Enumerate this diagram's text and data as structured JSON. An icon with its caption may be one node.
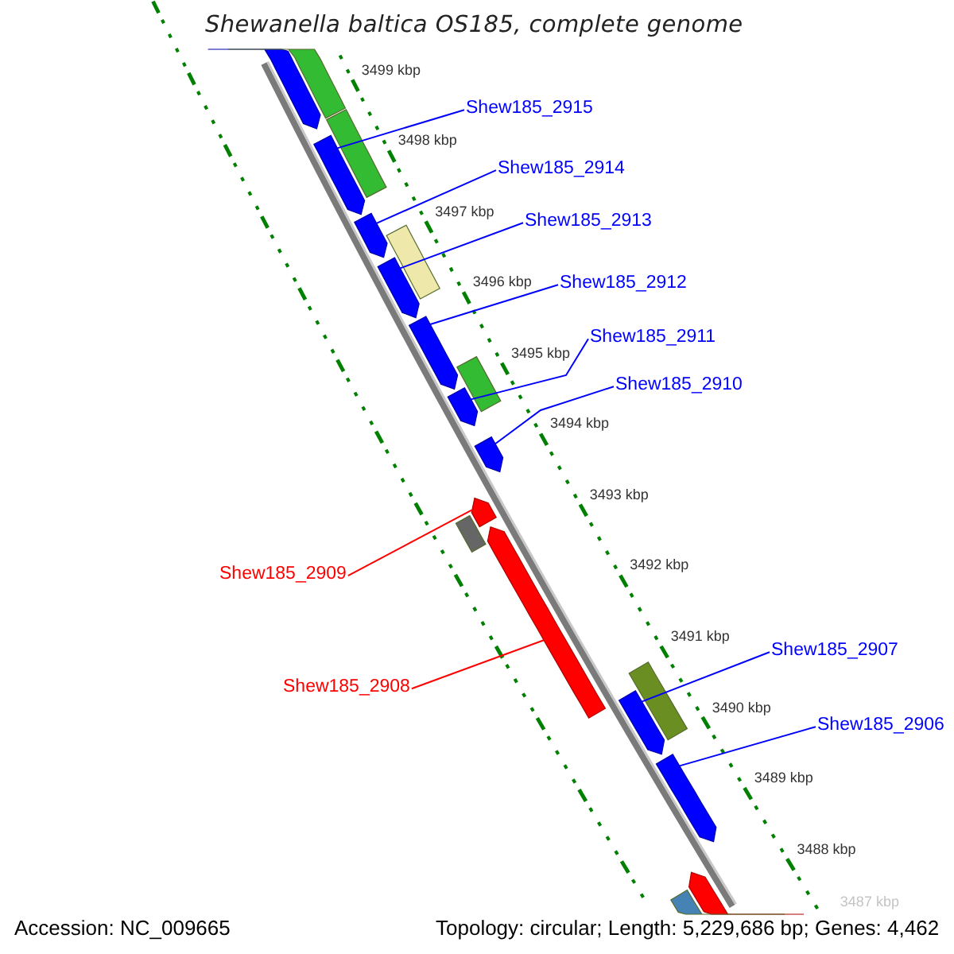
{
  "diagram": {
    "title": "Shewanella baltica OS185, complete genome",
    "nodes": [
      {
        "text": [
          "Shew185_2915"
        ]
      },
      {
        "text": [
          "Shew185_2914"
        ]
      },
      {
        "text": [
          "Shew185_2913"
        ]
      },
      {
        "text": [
          "Shew185_2912"
        ]
      },
      {
        "text": [
          "Shew185_2911"
        ]
      },
      {
        "text": [
          "Shew185_2910"
        ]
      },
      {
        "text": [
          "Shew185_2909"
        ]
      },
      {
        "text": [
          "Shew185_2908"
        ]
      },
      {
        "text": [
          "Shew185_2907"
        ]
      },
      {
        "text": [
          "Shew185_2906"
        ]
      },
      {
        "text": [],
        "shape": "pentagon"
      },
      {
        "text": [],
        "shape": "bar"
      },
      {
        "text": [],
        "shape": "bar"
      },
      {
        "text": [],
        "shape": "pentagon"
      },
      {
        "text": [],
        "shape": "pentagon"
      },
      {
        "text": [],
        "shape": "bar"
      },
      {
        "text": [],
        "shape": "pentagon"
      },
      {
        "text": [],
        "shape": "pentagon"
      },
      {
        "text": [],
        "shape": "bar"
      },
      {
        "text": [],
        "shape": "pentagon"
      },
      {
        "text": [],
        "shape": "pentagon"
      },
      {
        "text": [],
        "shape": "pentagon"
      },
      {
        "text": [],
        "shape": "bar"
      },
      {
        "text": [],
        "shape": "pentagon"
      },
      {
        "text": [],
        "shape": "bar"
      },
      {
        "text": [],
        "shape": "pentagon"
      },
      {
        "text": [],
        "shape": "pentagon"
      },
      {
        "text": [],
        "shape": "pentagon"
      },
      {
        "text": [],
        "shape": "bar"
      }
    ],
    "edges": [
      {
        "from": 0,
        "to": 13,
        "arrow": "none"
      },
      {
        "from": 1,
        "to": 14,
        "arrow": "none"
      },
      {
        "from": 2,
        "to": 16,
        "arrow": "none"
      },
      {
        "from": 3,
        "to": 17,
        "arrow": "none"
      },
      {
        "from": 4,
        "to": 19,
        "arrow": "none"
      },
      {
        "from": 5,
        "to": 20,
        "arrow": "none"
      },
      {
        "from": 6,
        "to": 21,
        "arrow": "none",
        "color": "#ff0000"
      },
      {
        "from": 7,
        "to": 23,
        "arrow": "none",
        "color": "#ff0000"
      },
      {
        "from": 8,
        "to": 25,
        "arrow": "none"
      },
      {
        "from": 9,
        "to": 26,
        "arrow": "none"
      }
    ],
    "labels": [
      "3499 kbp",
      "3498 kbp",
      "3497 kbp",
      "3496 kbp",
      "3495 kbp",
      "3494 kbp",
      "3493 kbp",
      "3492 kbp",
      "3491 kbp",
      "3490 kbp",
      "3489 kbp",
      "3488 kbp",
      "3487 kbp",
      "Accession: NC_009665",
      "Topology: circular; Length: 5,229,686 bp; Genes: 4,462"
    ]
  }
}
